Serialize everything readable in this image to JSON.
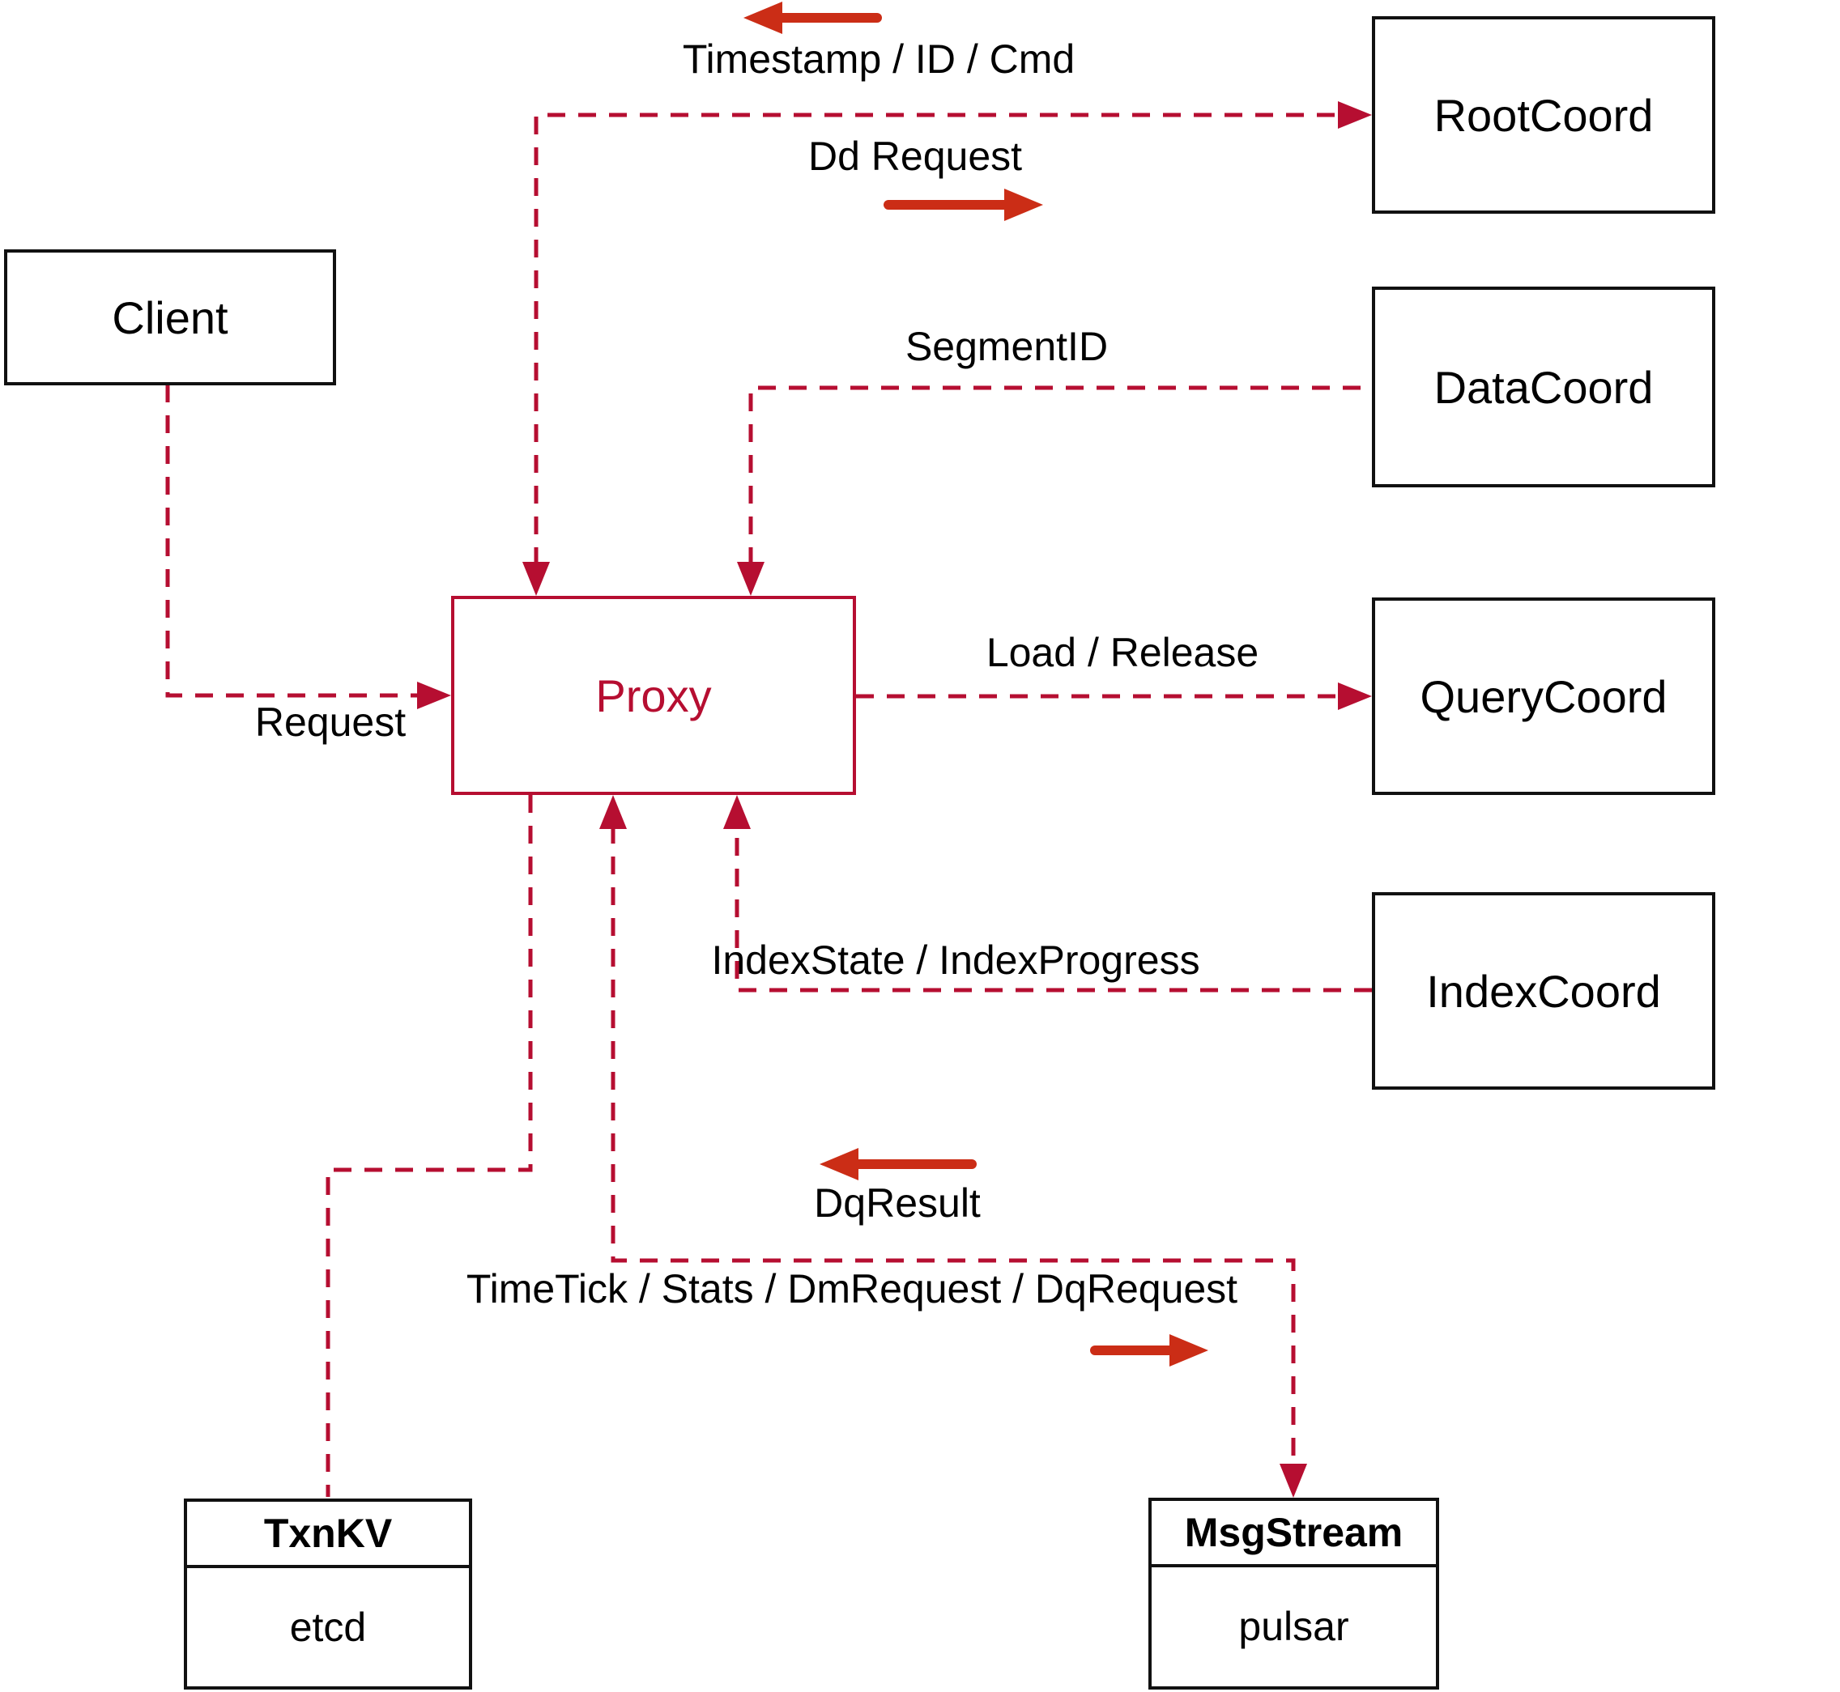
{
  "diagram": {
    "nodes": {
      "client": {
        "label": "Client"
      },
      "proxy": {
        "label": "Proxy"
      },
      "rootcoord": {
        "label": "RootCoord"
      },
      "datacoord": {
        "label": "DataCoord"
      },
      "querycoord": {
        "label": "QueryCoord"
      },
      "indexcoord": {
        "label": "IndexCoord"
      },
      "txnkv": {
        "title": "TxnKV",
        "impl": "etcd"
      },
      "msgstream": {
        "title": "MsgStream",
        "impl": "pulsar"
      }
    },
    "edge_labels": {
      "timestamp_id_cmd": "Timestamp / ID / Cmd",
      "dd_request": "Dd Request",
      "segment_id": "SegmentID",
      "request": "Request",
      "load_release": "Load / Release",
      "index_state": "IndexState / IndexProgress",
      "dq_result": "DqResult",
      "timetick": "TimeTick / Stats / DmRequest / DqRequest"
    },
    "edges": [
      {
        "from": "client",
        "to": "proxy",
        "label": "Request",
        "arrow_into": "proxy"
      },
      {
        "from": "proxy",
        "to": "rootcoord",
        "label": "Dd Request / Timestamp / ID / Cmd",
        "arrow_into": "both"
      },
      {
        "from": "datacoord",
        "to": "proxy",
        "label": "SegmentID",
        "arrow_into": "proxy"
      },
      {
        "from": "proxy",
        "to": "querycoord",
        "label": "Load / Release",
        "arrow_into": "querycoord"
      },
      {
        "from": "indexcoord",
        "to": "proxy",
        "label": "IndexState / IndexProgress",
        "arrow_into": "proxy"
      },
      {
        "from": "proxy",
        "to": "txnkv",
        "label": "",
        "arrow_into": "none"
      },
      {
        "from": "proxy",
        "to": "msgstream",
        "label": "TimeTick / Stats / DmRequest / DqRequest / DqResult",
        "arrow_into": "both"
      }
    ],
    "colors": {
      "dashed_line": "#b60e31",
      "solid_arrow": "#cb2d16",
      "box_border": "#111111",
      "proxy_accent": "#b60e31",
      "text": "#000000",
      "background": "#ffffff"
    }
  }
}
